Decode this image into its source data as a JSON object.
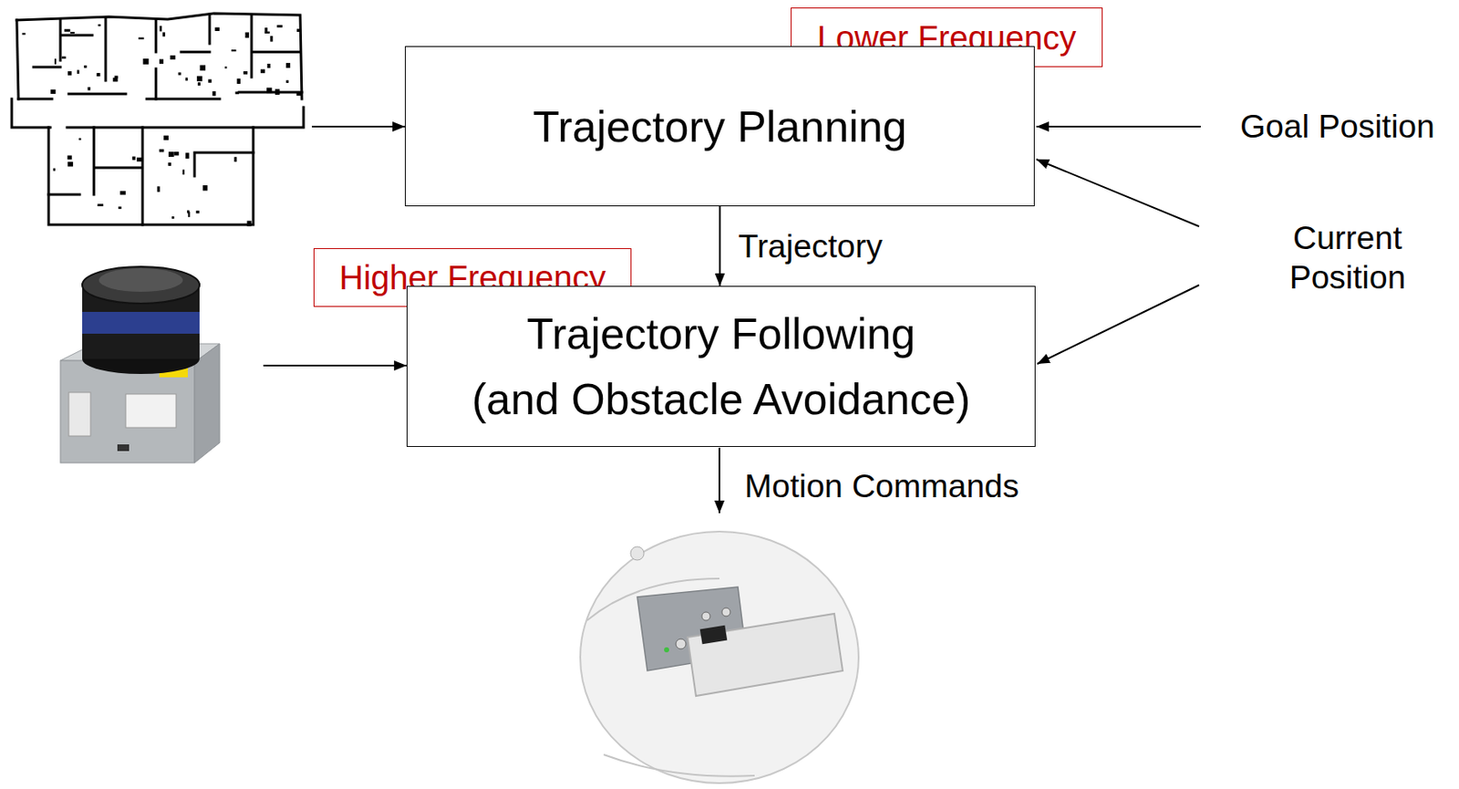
{
  "diagram": {
    "nodes": [
      {
        "text": [
          "Lower Frequency"
        ]
      },
      {
        "text": [
          "Trajectory Planning"
        ]
      },
      {
        "text": [
          "Higher Frequency"
        ]
      },
      {
        "text": [
          "Trajectory Following (and Obstacle Avoidance)"
        ]
      }
    ],
    "edges": [
      {
        "from": 1,
        "to": 3,
        "arrow": "to",
        "label": "Trajectory"
      }
    ],
    "labels": [
      "Goal Position",
      "Current Position",
      "Motion Commands"
    ]
  }
}
